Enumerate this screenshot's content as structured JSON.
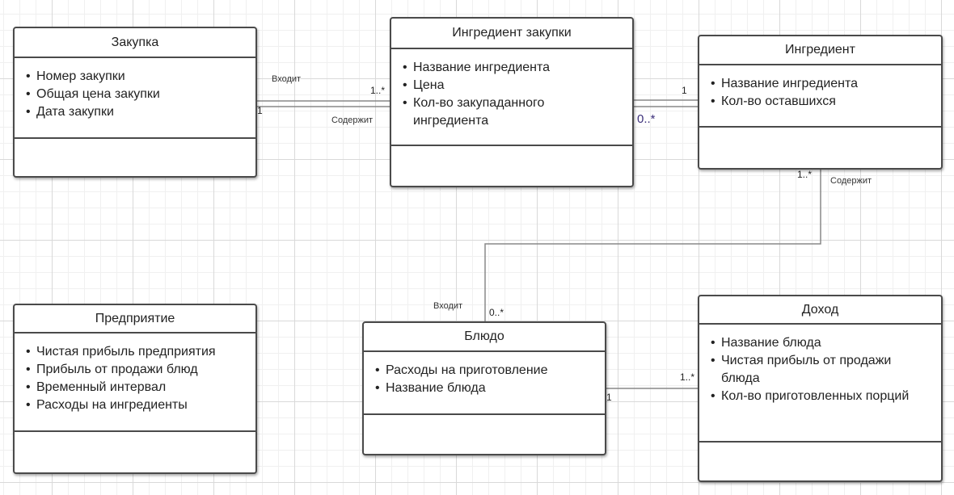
{
  "classes": {
    "zakupka": {
      "title": "Закупка",
      "attributes": [
        "Номер закупки",
        "Общая цена закупки",
        "Дата закупки"
      ]
    },
    "ingredient_zakupki": {
      "title": "Ингредиент закупки",
      "attributes": [
        "Название ингредиента",
        "Цена",
        "Кол-во закупаданного ингредиента"
      ]
    },
    "ingredient": {
      "title": "Ингредиент",
      "attributes": [
        "Название ингредиента",
        "Кол-во оставшихся"
      ]
    },
    "predpriyatie": {
      "title": "Предприятие",
      "attributes": [
        "Чистая прибыль предприятия",
        "Прибыль от продажи блюд",
        "Временный интервал",
        "Расходы на ингредиенты"
      ]
    },
    "blyudo": {
      "title": "Блюдо",
      "attributes": [
        "Расходы на приготовление",
        "Название блюда"
      ]
    },
    "dokhod": {
      "title": "Доход",
      "attributes": [
        "Название блюда",
        "Чистая прибыль от продажи блюда",
        "Кол-во приготовленных порций"
      ]
    }
  },
  "relations": {
    "zak_iz": {
      "label_top": "Входит",
      "label_bottom": "Содержит",
      "mult_left": "1",
      "mult_right": "1..*"
    },
    "iz_ing": {
      "mult_left": "0..*",
      "mult_right": "1"
    },
    "ing_bl": {
      "label_top": "Содержит",
      "label_bottom": "Входит",
      "mult_top": "1..*",
      "mult_bottom": "0..*"
    },
    "bl_dok": {
      "mult_left": "1",
      "mult_right": "1..*"
    }
  }
}
